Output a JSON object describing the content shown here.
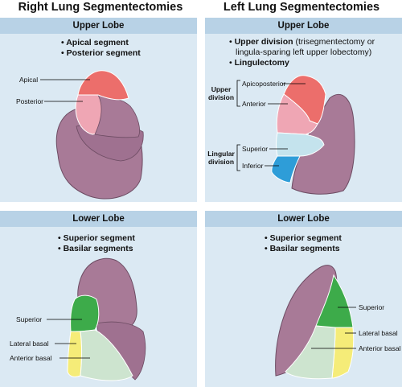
{
  "titles": {
    "right": "Right Lung Segmentectomies",
    "left": "Left Lung Segmentectomies"
  },
  "panels": {
    "right_upper": {
      "header": "Upper Lobe",
      "bullets": [
        "Apical segment",
        "Posterior segment"
      ],
      "labels": {
        "apical": "Apical",
        "posterior": "Posterior"
      }
    },
    "left_upper": {
      "header": "Upper Lobe",
      "bullet1_bold": "Upper division",
      "bullet1_rest": " (trisegmentectomy or",
      "bullet1_cont": "lingula-sparing left upper lobectomy)",
      "bullet2": "Lingulectomy",
      "groups": {
        "upper": "Upper division",
        "lingular": "Lingular division"
      },
      "labels": {
        "apicoposterior": "Apicoposterior",
        "anterior": "Anterior",
        "superior": "Superior",
        "inferior": "Inferior"
      }
    },
    "right_lower": {
      "header": "Lower Lobe",
      "bullets": [
        "Superior segment",
        "Basilar segments"
      ],
      "labels": {
        "superior": "Superior",
        "lateral_basal": "Lateral basal",
        "anterior_basal": "Anterior basal"
      }
    },
    "left_lower": {
      "header": "Lower Lobe",
      "bullets": [
        "Superior segment",
        "Basilar segments"
      ],
      "labels": {
        "superior": "Superior",
        "lateral_basal": "Lateral basal",
        "anterior_basal": "Anterior basal"
      }
    }
  },
  "colors": {
    "panel_bg": "#dbe9f3",
    "band_bg": "#b8d2e6",
    "lung": "#a87a97",
    "apical": "#ec6e6b",
    "posterior": "#efa6b4",
    "superior_green": "#3dab4a",
    "lateral_yellow": "#f5ec78",
    "anterior_basal": "#cde4cf",
    "lingula_superior": "#c4e3ed",
    "lingula_inferior": "#2e9dd8"
  }
}
